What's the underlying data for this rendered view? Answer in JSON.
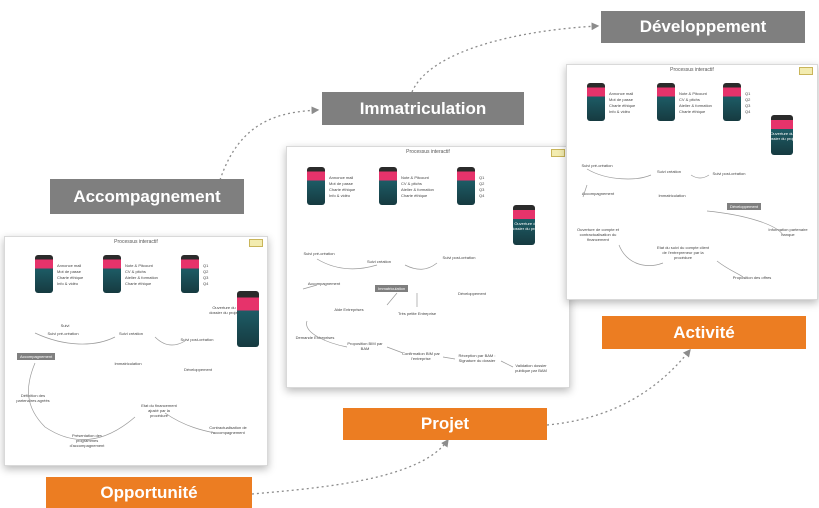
{
  "stages": {
    "accompagnement": "Accompagnement",
    "immatriculation": "Immatriculation",
    "developpement": "Développement",
    "opportunite": "Opportunité",
    "projet": "Projet",
    "activite": "Activité"
  },
  "colors": {
    "grey_label": "#7f7f7f",
    "orange_label": "#ec7d22",
    "phone_accent": "#e6336b",
    "phone_body": "#1d5c66"
  },
  "panels": {
    "left": {
      "title": "Processus interactif",
      "list1": [
        "Annonce mail",
        "Mot de passe",
        "Charte éthique",
        "Info & vidéo"
      ],
      "list2": [
        "Note & Pitcount",
        "CV & pitchs",
        "Atelier & formation",
        "Charte éthique"
      ],
      "list3": [
        "Q1",
        "Q2",
        "Q3",
        "Q4"
      ],
      "phone_caption": "Ouverture du dossier du projet",
      "nodes": [
        "Suivi",
        "Suivi pré-création",
        "Suivi création",
        "Suivi post-création",
        "Immatriculation",
        "Développement",
        "Définition des partenaires agréés",
        "Etat du financement ajusté par la procédure",
        "Présentation des programmes d'accompagnement",
        "Contractualisation de l'accompagnement"
      ],
      "badge": "Accompagnement"
    },
    "middle": {
      "title": "Processus interactif",
      "list1": [
        "Annonce mail",
        "Mot de passe",
        "Charte éthique",
        "Info & vidéo"
      ],
      "list2": [
        "Note & Pitcount",
        "CV & pitchs",
        "Atelier & formation",
        "Charte éthique"
      ],
      "list3": [
        "Q1",
        "Q2",
        "Q3",
        "Q4"
      ],
      "phone_caption": "Ouverture du dossier du projet",
      "nodes": [
        "Suivi pré-création",
        "Suivi création",
        "Suivi post-création",
        "Accompagnement",
        "Développement",
        "Aide Entreprises",
        "Très petite Entreprise",
        "Demande Entreprises",
        "Proposition BIM par BAM",
        "Confirmation BIM par l'entreprise",
        "Réception par BAM : Signature du dossier",
        "Validation dossier publique par BAM"
      ],
      "badge": "Immatriculation"
    },
    "right": {
      "title": "Processus interactif",
      "list1": [
        "Annonce mail",
        "Mot de passe",
        "Charte éthique",
        "Info & vidéo"
      ],
      "list2": [
        "Note & Pitcount",
        "CV & pitchs",
        "Atelier & formation",
        "Charte éthique"
      ],
      "list3": [
        "Q1",
        "Q2",
        "Q3",
        "Q4"
      ],
      "phone_caption": "Ouverture du dossier du projet",
      "nodes": [
        "Suivi pré-création",
        "Suivi création",
        "Suivi post-création",
        "Accompagnement",
        "Immatriculation",
        "Ouverture de compte et contractualisation du financement",
        "Etat du suivi du compte client de l'entrepreneur par la procédure",
        "Information partenaire banque",
        "Proposition des offres"
      ],
      "badge": "Développement"
    }
  }
}
